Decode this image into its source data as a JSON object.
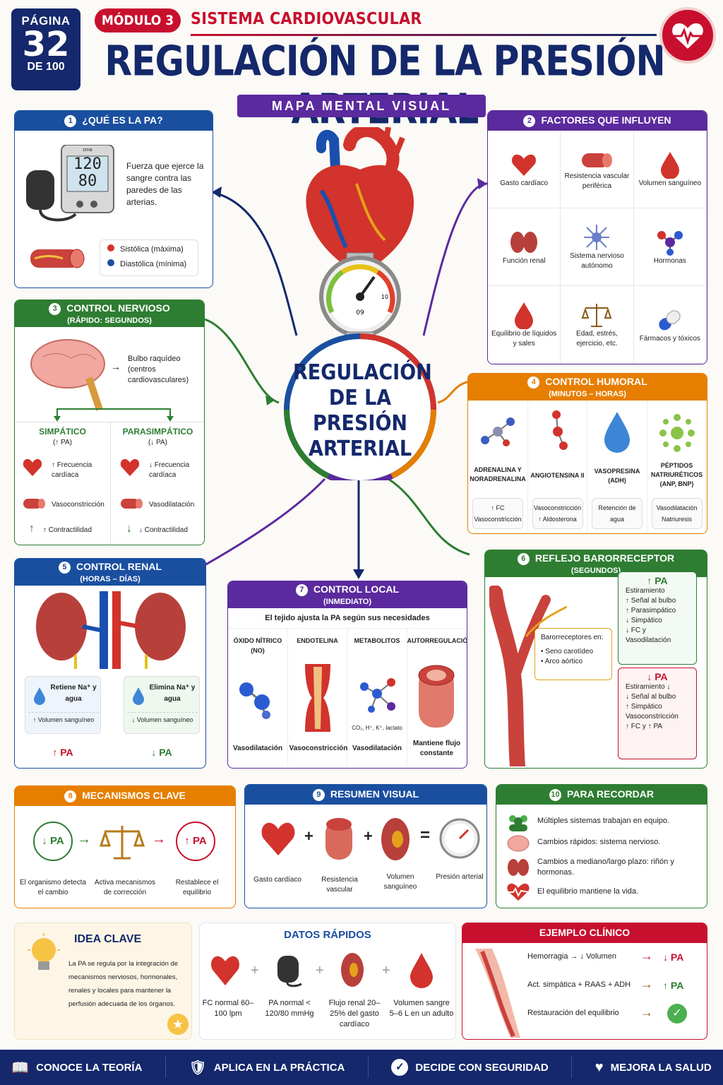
{
  "header": {
    "page_label": "PÁGINA",
    "page_number": "32",
    "page_total": "DE 100",
    "module": "MÓDULO 3",
    "module_topic": "SISTEMA CARDIOVASCULAR",
    "title": "REGULACIÓN DE LA PRESIÓN ARTERIAL",
    "subtitle": "MAPA MENTAL VISUAL"
  },
  "center": {
    "line1": "REGULACIÓN",
    "line2": "DE LA",
    "line3": "PRESIÓN",
    "line4": "ARTERIAL",
    "gauge_label": "09",
    "gauge_tick": "10"
  },
  "p1": {
    "num": "1",
    "title": "¿QUÉ ES LA PA?",
    "monitor_top": "120",
    "monitor_bottom": "80",
    "monitor_brand": "cma",
    "desc": "Fuerza que ejerce la sangre contra las paredes de las arterias.",
    "systolic": "Sistólica (máxima)",
    "diastolic": "Diastólica (mínima)"
  },
  "p2": {
    "num": "2",
    "title": "FACTORES QUE INFLUYEN",
    "items": [
      "Gasto cardíaco",
      "Resistencia vascular periférica",
      "Volumen sanguíneo",
      "Función renal",
      "Sistema nervioso autónomo",
      "Hormonas",
      "Equilibrio de líquidos y sales",
      "Edad, estrés, ejercicio, etc.",
      "Fármacos y tóxicos"
    ]
  },
  "p3": {
    "num": "3",
    "title": "CONTROL NERVIOSO",
    "sub": "(RÁPIDO: SEGUNDOS)",
    "bulbo": "Bulbo raquídeo (centros cardiovasculares)",
    "symp": "SIMPÁTICO",
    "symp_sub": "(↑ PA)",
    "para": "PARASIMPÁTICO",
    "para_sub": "(↓ PA)",
    "s1": "↑ Frecuencia cardíaca",
    "s2": "Vasoconstricción",
    "s3": "↑ Contractilidad",
    "q1": "↓ Frecuencia cardíaca",
    "q2": "Vasodilatación",
    "q3": "↓ Contractilidad"
  },
  "p4": {
    "num": "4",
    "title": "CONTROL HUMORAL",
    "sub": "(MINUTOS – HORAS)",
    "cols": [
      {
        "name": "ADRENALINA Y NORADRENALINA",
        "l1": "↑ FC",
        "l2": "Vasoconstricción"
      },
      {
        "name": "ANGIOTENSINA II",
        "l1": "Vasoconstricción",
        "l2": "↑ Aldosterona"
      },
      {
        "name": "VASOPRESINA (ADH)",
        "l1": "Retención de",
        "l2": "agua"
      },
      {
        "name": "PÉPTIDOS NATRIURÉTICOS (ANP, BNP)",
        "l1": "Vasodilatación",
        "l2": "Natriuresis"
      }
    ]
  },
  "p5": {
    "num": "5",
    "title": "CONTROL RENAL",
    "sub": "(HORAS – DÍAS)",
    "left_top": "Retiene Na⁺ y agua",
    "left_mid": "↑ Volumen sanguíneo",
    "left_res": "↑ PA",
    "right_top": "Elimina Na⁺ y agua",
    "right_mid": "↓ Volumen sanguíneo",
    "right_res": "↓ PA"
  },
  "p6": {
    "num": "6",
    "title": "REFLEJO BARORRECEPTOR",
    "sub": "(SEGUNDOS)",
    "receptors_title": "Barorreceptores en:",
    "r1": "• Seno carotídeo",
    "r2": "• Arco aórtico",
    "up_head": "↑ PA",
    "up_lines": [
      "Estiramiento",
      "↑ Señal al bulbo",
      "↑ Parasimpático",
      "↓ Simpático",
      "↓ FC y Vasodilatación"
    ],
    "down_head": "↓ PA",
    "down_lines": [
      "Estiramiento ↓",
      "↓ Señal al bulbo",
      "↑ Simpático",
      "Vasoconstricción",
      "↑ FC y ↑ PA"
    ]
  },
  "p7": {
    "num": "7",
    "title": "CONTROL LOCAL",
    "sub": "(INMEDIATO)",
    "intro": "El tejido ajusta la PA según sus necesidades",
    "cols": [
      {
        "head": "ÓXIDO NÍTRICO (NO)",
        "foot": "Vasodilatación",
        "extra": ""
      },
      {
        "head": "ENDOTELINA",
        "foot": "Vasoconstricción",
        "extra": ""
      },
      {
        "head": "METABOLITOS",
        "foot": "Vasodilatación",
        "extra": "CO₂, H⁺, K⁺, lactato"
      },
      {
        "head": "AUTORREGULACIÓN",
        "foot": "Mantiene flujo constante",
        "extra": ""
      }
    ]
  },
  "p8": {
    "num": "8",
    "title": "MECANISMOS CLAVE",
    "a": "↓ PA",
    "b": "↑ PA",
    "c1": "El organismo detecta el cambio",
    "c2": "Activa mecanismos de corrección",
    "c3": "Restablece el equilibrio"
  },
  "p9": {
    "num": "9",
    "title": "RESUMEN VISUAL",
    "i1": "Gasto cardíaco",
    "i2": "Resistencia vascular",
    "i3": "Volumen sanguíneo",
    "i4": "Presión arterial",
    "op_plus": "+",
    "op_eq": "="
  },
  "p10": {
    "num": "10",
    "title": "PARA RECORDAR",
    "l1": "Múltiples sistemas trabajan en equipo.",
    "l2": "Cambios rápidos: sistema nervioso.",
    "l3": "Cambios a mediano/largo plazo: riñón y hormonas.",
    "l4": "El equilibrio mantiene la vida."
  },
  "idea": {
    "title": "IDEA CLAVE",
    "text": "La PA se regula por la integración de mecanismos nerviosos, hormonales, renales y locales para mantener la perfusión adecuada de los órganos."
  },
  "datos": {
    "title": "DATOS RÁPIDOS",
    "d1": "FC normal 60–100 lpm",
    "d2": "PA normal < 120/80 mmHg",
    "d3": "Flujo renal 20–25% del gasto cardíaco",
    "d4": "Volumen sangre 5–6 L en un adulto"
  },
  "ejemplo": {
    "title": "EJEMPLO CLÍNICO",
    "r1": "Hemorragia → ↓ Volumen",
    "r1b": "↓ PA",
    "r2": "Act. simpática + RAAS + ADH",
    "r2b": "↑ PA",
    "r3": "Restauración del equilibrio"
  },
  "footer": {
    "f1": "CONOCE LA TEORÍA",
    "f2": "APLICA EN LA PRÁCTICA",
    "f3": "DECIDE CON SEGURIDAD",
    "f4": "MEJORA LA SALUD"
  },
  "colors": {
    "navy": "#14286b",
    "red": "#c8102e",
    "purple": "#5b2a9e",
    "green": "#2e7d32",
    "orange": "#e67e00",
    "blue": "#1a4fa0"
  }
}
